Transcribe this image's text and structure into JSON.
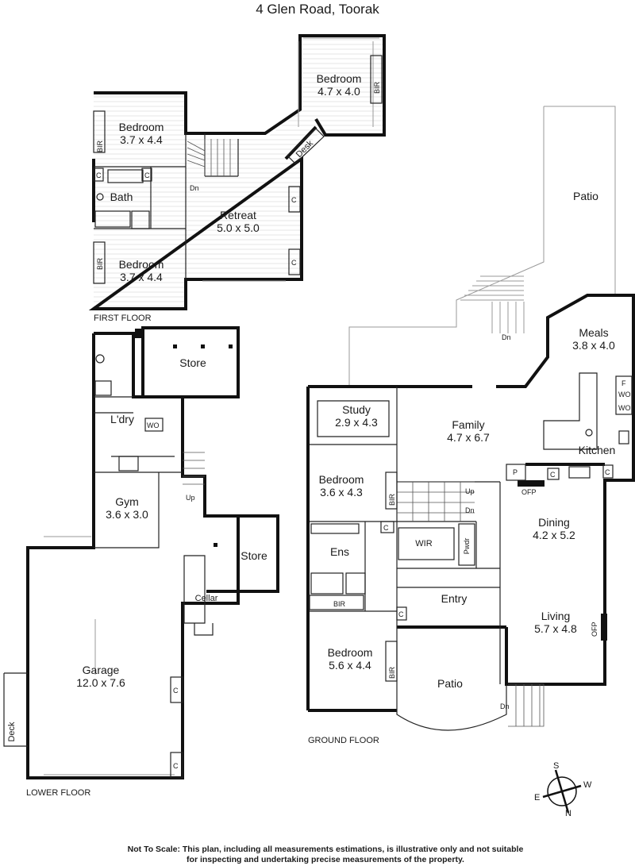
{
  "title": "4 Glen Road, Toorak",
  "floors": {
    "first": "FIRST FLOOR",
    "ground": "GROUND FLOOR",
    "lower": "LOWER FLOOR"
  },
  "rooms": {
    "bedroom_ff_top": {
      "name": "Bedroom",
      "dims": "4.7 x 4.0"
    },
    "bedroom_ff_left1": {
      "name": "Bedroom",
      "dims": "3.7 x 4.4"
    },
    "bedroom_ff_left2": {
      "name": "Bedroom",
      "dims": "3.7 x 4.4"
    },
    "bath": {
      "name": "Bath"
    },
    "retreat": {
      "name": "Retreat",
      "dims": "5.0 x 5.0"
    },
    "desk": {
      "name": "Desk"
    },
    "patio_top": {
      "name": "Patio"
    },
    "meals": {
      "name": "Meals",
      "dims": "3.8 x 4.0"
    },
    "kitchen": {
      "name": "Kitchen"
    },
    "family": {
      "name": "Family",
      "dims": "4.7 x 6.7"
    },
    "study": {
      "name": "Study",
      "dims": "2.9 x 4.3"
    },
    "bedroom_gf_1": {
      "name": "Bedroom",
      "dims": "3.6 x 4.3"
    },
    "ens": {
      "name": "Ens"
    },
    "wir": {
      "name": "WIR"
    },
    "pwdr": {
      "name": "Pwdr"
    },
    "entry": {
      "name": "Entry"
    },
    "dining": {
      "name": "Dining",
      "dims": "4.2 x 5.2"
    },
    "living": {
      "name": "Living",
      "dims": "5.7 x 4.8"
    },
    "bedroom_gf_2": {
      "name": "Bedroom",
      "dims": "5.6 x 4.4"
    },
    "patio_bottom": {
      "name": "Patio"
    },
    "store_1": {
      "name": "Store"
    },
    "store_2": {
      "name": "Store"
    },
    "ldry": {
      "name": "L'dry"
    },
    "gym": {
      "name": "Gym",
      "dims": "3.6 x 3.0"
    },
    "cellar": {
      "name": "Cellar"
    },
    "garage": {
      "name": "Garage",
      "dims": "12.0 x 7.6"
    },
    "deck": {
      "name": "Deck"
    }
  },
  "fixtures": {
    "bir": "BIR",
    "c": "C",
    "dn": "Dn",
    "up": "Up",
    "wo": "WO",
    "f": "F",
    "p": "P",
    "ofp": "OFP"
  },
  "compass": {
    "s": "S",
    "w": "W",
    "n": "N",
    "e": "E"
  },
  "disclaimer": {
    "line1": "Not To Scale:  This plan, including all measurements estimations, is illustrative only and not suitable",
    "line2": "for inspecting and undertaking precise measurements of the property."
  }
}
